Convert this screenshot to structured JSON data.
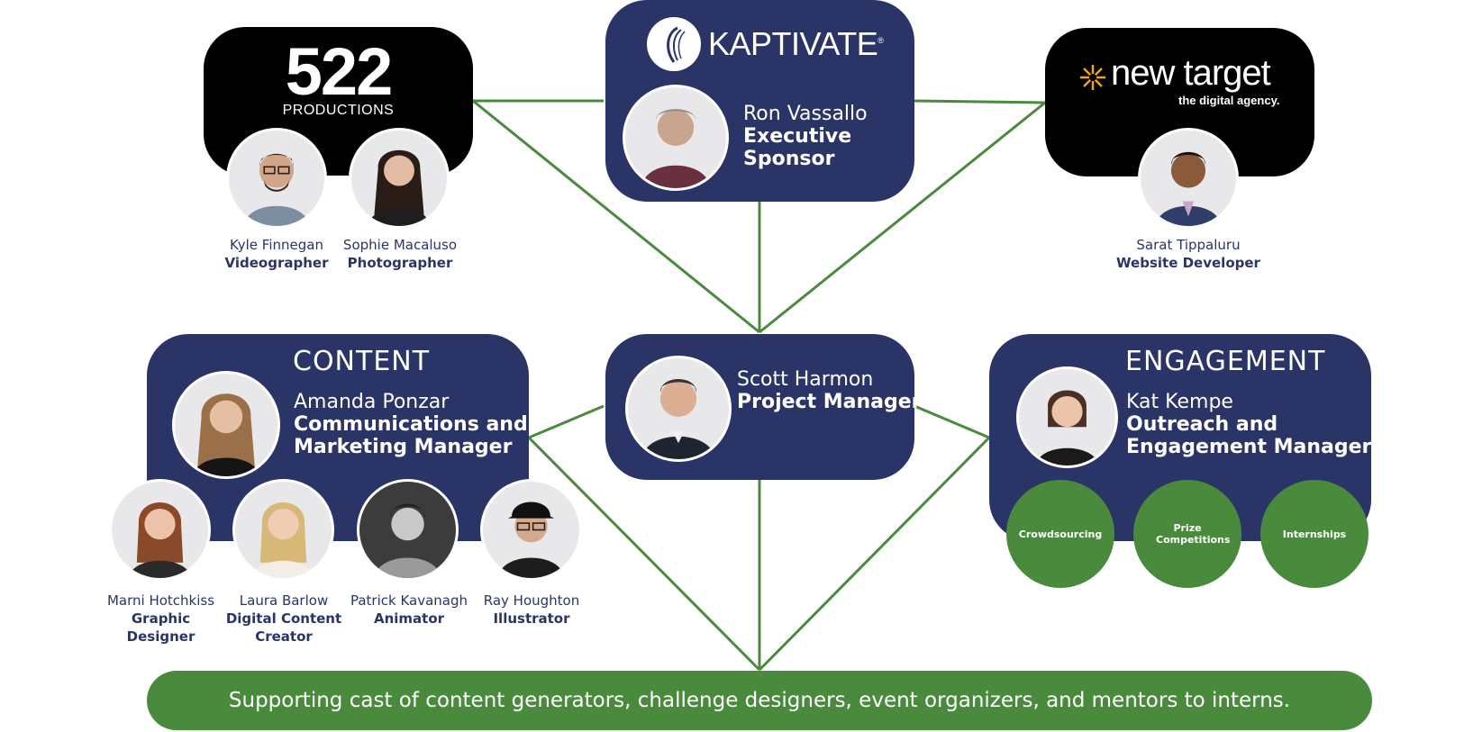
{
  "logos": {
    "productions": {
      "number": "522",
      "label": "PRODUCTIONS"
    },
    "kaptivate": {
      "name": "KAPTIVATE",
      "mark": "®"
    },
    "newtarget": {
      "name": "new target",
      "tagline": "the digital agency."
    }
  },
  "sponsor": {
    "name": "Ron Vassallo",
    "role_line1": "Executive",
    "role_line2": "Sponsor"
  },
  "manager": {
    "name": "Scott Harmon",
    "role": "Project Manager"
  },
  "content": {
    "heading": "CONTENT",
    "lead": {
      "name": "Amanda Ponzar",
      "role_line1": "Communications and",
      "role_line2": "Marketing Manager"
    },
    "team": [
      {
        "name": "Marni Hotchkiss",
        "role": "Graphic Designer"
      },
      {
        "name": "Laura Barlow",
        "role_line1": "Digital Content",
        "role_line2": "Creator"
      },
      {
        "name": "Patrick Kavanagh",
        "role": "Animator"
      },
      {
        "name": "Ray Houghton",
        "role": "Illustrator"
      }
    ]
  },
  "engagement": {
    "heading": "ENGAGEMENT",
    "lead": {
      "name": "Kat Kempe",
      "role_line1": "Outreach and",
      "role_line2": "Engagement Manager"
    },
    "programs": [
      "Crowdsourcing",
      "Prize Competitions",
      "Internships"
    ]
  },
  "partners": {
    "productions_team": [
      {
        "name": "Kyle Finnegan",
        "role": "Videographer"
      },
      {
        "name": "Sophie Macaluso",
        "role": "Photographer"
      }
    ],
    "newtarget_team": [
      {
        "name": "Sarat Tippaluru",
        "role": "Website Developer"
      }
    ]
  },
  "banner": "Supporting cast of content generators, challenge designers, event organizers, and mentors to interns.",
  "colors": {
    "navy": "#2b3467",
    "green": "#4a8a3d",
    "black": "#000000",
    "connector": "#4a8a3d"
  }
}
